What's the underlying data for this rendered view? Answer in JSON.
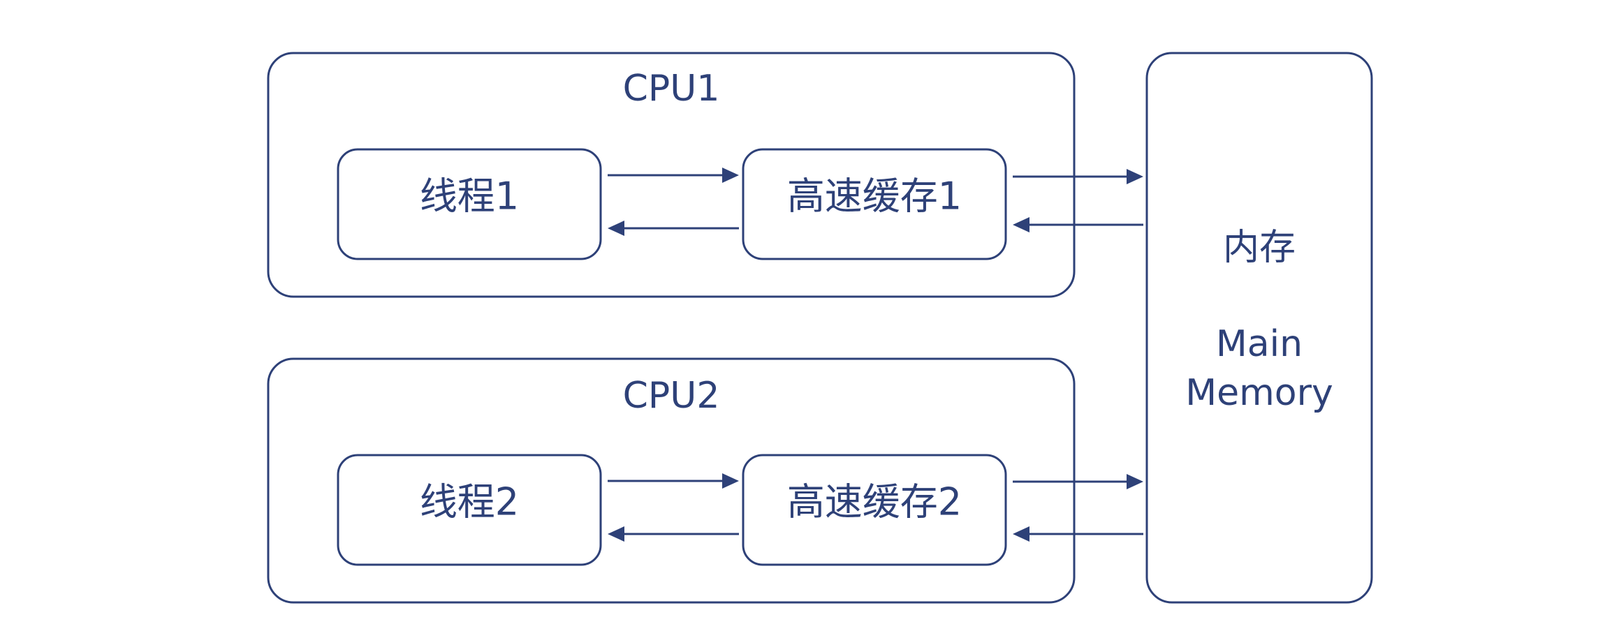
{
  "diagram": {
    "cpu1": {
      "title": "CPU1",
      "thread": "线程1",
      "cache": "高速缓存1"
    },
    "cpu2": {
      "title": "CPU2",
      "thread": "线程2",
      "cache": "高速缓存2"
    },
    "memory": {
      "label_cn": "内存",
      "label_en_1": "Main",
      "label_en_2": "Memory"
    },
    "colors": {
      "stroke": "#2e4178",
      "text": "#2e4178",
      "background": "#ffffff"
    }
  }
}
